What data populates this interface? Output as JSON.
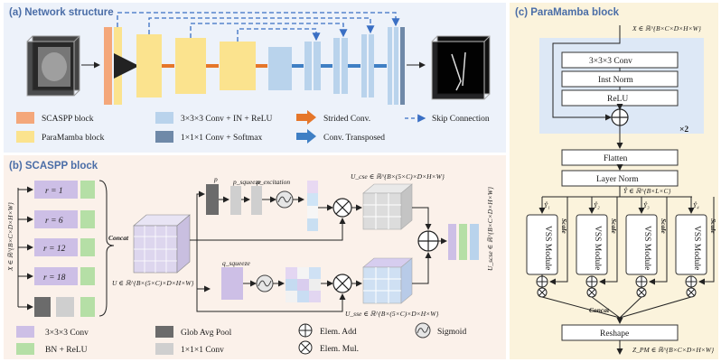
{
  "panel_a": {
    "title": "(a) Network structure",
    "legend": {
      "scaspp": "SCASPP block",
      "paramamba": "ParaMamba block",
      "conv3_in_relu": "3×3×3 Conv + IN + ReLU",
      "conv1_softmax": "1×1×1 Conv + Softmax",
      "strided": "Strided Conv.",
      "transposed": "Conv.  Transposed",
      "skip": "Skip Connection"
    },
    "colors": {
      "scaspp": "#f4a77a",
      "paramamba": "#fbe38e",
      "conv": "#b9d3ec",
      "conv1": "#6f89a8",
      "strided": "#e5762a",
      "transposed": "#3f7fc4",
      "skip": "#3a6fc4",
      "bg": "#edf2fa"
    }
  },
  "panel_b": {
    "title": "(b) SCASPP block",
    "input_label": "X ∈ ℝ^{B×C×D×H×W}",
    "rates": [
      "r = 1",
      "r = 6",
      "r = 12",
      "r = 18"
    ],
    "concat": "Concat",
    "u_label": "U ∈ ℝ^{B×(5×C)×D×H×W}",
    "p_label": "p",
    "q_squeeze": "q_squeeze",
    "p_squeeze": "p_squeeze",
    "p_excitation": "p_excitation",
    "u_cse": "U_cse ∈ ℝ^{B×(5×C)×D×H×W}",
    "u_sse": "U_sse ∈ ℝ^{B×(5×C)×D×H×W}",
    "u_scse": "U_scse ∈ ℝ^{B×C×D×H×W}",
    "legend": {
      "conv3": "3×3×3 Conv",
      "bn_relu": "BN + ReLU",
      "gap": "Glob Avg Pool",
      "conv1": "1×1×1 Conv",
      "add": "Elem. Add",
      "mul": "Elem. Mul.",
      "sigmoid": "Sigmoid"
    },
    "colors": {
      "bg": "#fbf1ea",
      "conv3": "#cdbfe6",
      "bn": "#b5dfa6",
      "gap": "#6b6b6b",
      "conv1": "#cfcfcf"
    }
  },
  "panel_c": {
    "title": "(c) ParaMamba block",
    "input_label": "X ∈ ℝ^{B×C×D×H×W}",
    "conv": "3×3×3 Conv",
    "inst_norm": "Inst Norm",
    "relu": "ReLU",
    "times": "×2",
    "flatten": "Flatten",
    "layer_norm": "Layer Norm",
    "y_label": "Ŷ ∈ ℝ^{B×L×C}",
    "branch_labels": [
      "Ŷ₁",
      "Ŷ₂",
      "Ŷ₃",
      "Ŷ₄"
    ],
    "vss": "VSS Module",
    "scale": "Scale",
    "concat": "Concat",
    "reshape": "Reshape",
    "output_label": "Z_PM ∈ ℝ^{B×C×D×H×W}",
    "colors": {
      "bg": "#fbf3dc",
      "inner": "#dde8f6"
    }
  }
}
